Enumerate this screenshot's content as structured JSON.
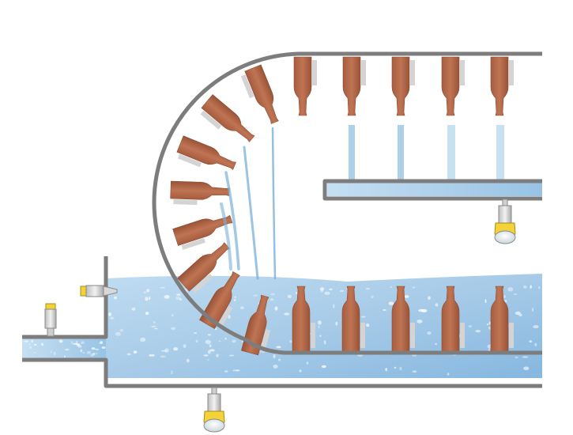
{
  "diagram": {
    "title": "",
    "colors": {
      "wall": "#7d7d7d",
      "water_light": "#cfe4f3",
      "water_mid": "#a8cde9",
      "water_dark": "#7fb3dc",
      "bottle": "#b5694a",
      "bottle_edge": "#8e4e34",
      "holder": "#d4d4d4",
      "jet": "#7ab0d8",
      "sensor_body": "#dcdcdc",
      "sensor_cap": "#f3d23a"
    },
    "components": {
      "lower_tank": "immersion-bath",
      "upper_trough": "spray-trough",
      "inlet_pipe": "feed-pipe",
      "curved_wall": "turning-drum"
    },
    "sensors": [
      {
        "id": "level-sensor-inlet",
        "icon": "level-sensor-icon"
      },
      {
        "id": "level-sensor-wall",
        "icon": "level-sensor-icon"
      },
      {
        "id": "radar-sensor-trough",
        "icon": "radar-sensor-icon"
      },
      {
        "id": "radar-sensor-tank",
        "icon": "radar-sensor-icon"
      }
    ],
    "counts": {
      "top_bottles": 5,
      "lower_bottles": 5,
      "drum_bottles": 8
    }
  }
}
